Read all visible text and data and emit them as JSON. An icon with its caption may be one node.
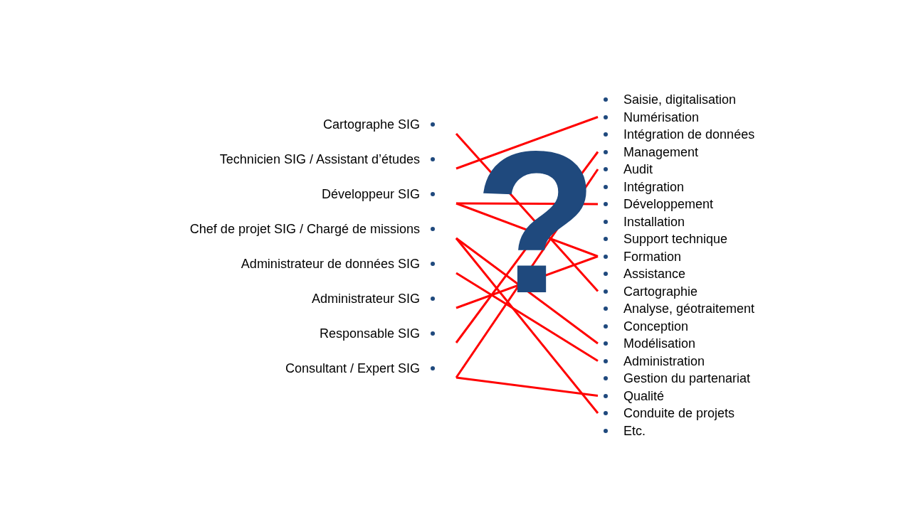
{
  "diagram": {
    "nodes": [
      {
        "text": [
          "Cartographe SIG"
        ]
      },
      {
        "text": [
          "Technicien SIG / Assistant d’études"
        ]
      },
      {
        "text": [
          "Développeur SIG"
        ]
      },
      {
        "text": [
          "Chef de projet SIG / Chargé de missions"
        ]
      },
      {
        "text": [
          "Administrateur de données SIG"
        ]
      },
      {
        "text": [
          "Administrateur SIG"
        ]
      },
      {
        "text": [
          "Responsable SIG"
        ]
      },
      {
        "text": [
          "Consultant / Expert SIG"
        ]
      },
      {
        "text": [
          "Saisie, digitalisation"
        ]
      },
      {
        "text": [
          "Numérisation"
        ]
      },
      {
        "text": [
          "Intégration de données"
        ]
      },
      {
        "text": [
          "Management"
        ]
      },
      {
        "text": [
          "Audit"
        ]
      },
      {
        "text": [
          "Intégration"
        ]
      },
      {
        "text": [
          "Développement"
        ]
      },
      {
        "text": [
          "Installation"
        ]
      },
      {
        "text": [
          "Support technique"
        ]
      },
      {
        "text": [
          "Formation"
        ]
      },
      {
        "text": [
          "Assistance"
        ]
      },
      {
        "text": [
          "Cartographie"
        ]
      },
      {
        "text": [
          "Analyse, géotraitement"
        ]
      },
      {
        "text": [
          "Conception"
        ]
      },
      {
        "text": [
          "Modélisation"
        ]
      },
      {
        "text": [
          "Administration"
        ]
      },
      {
        "text": [
          "Gestion du partenariat"
        ]
      },
      {
        "text": [
          "Qualité"
        ]
      },
      {
        "text": [
          "Conduite de projets"
        ]
      },
      {
        "text": [
          "Etc."
        ]
      }
    ],
    "edges": [
      {
        "from": 0,
        "to": 19,
        "arrow": "none"
      },
      {
        "from": 1,
        "to": 9,
        "arrow": "none"
      },
      {
        "from": 2,
        "to": 14,
        "arrow": "none"
      },
      {
        "from": 2,
        "to": 17,
        "arrow": "none"
      },
      {
        "from": 3,
        "to": 22,
        "arrow": "none"
      },
      {
        "from": 3,
        "to": 26,
        "arrow": "none"
      },
      {
        "from": 4,
        "to": 23,
        "arrow": "none"
      },
      {
        "from": 5,
        "to": 17,
        "arrow": "none"
      },
      {
        "from": 6,
        "to": 11,
        "arrow": "none"
      },
      {
        "from": 7,
        "to": 12,
        "arrow": "none"
      },
      {
        "from": 7,
        "to": 25,
        "arrow": "none"
      }
    ],
    "labels": [
      "?"
    ]
  }
}
